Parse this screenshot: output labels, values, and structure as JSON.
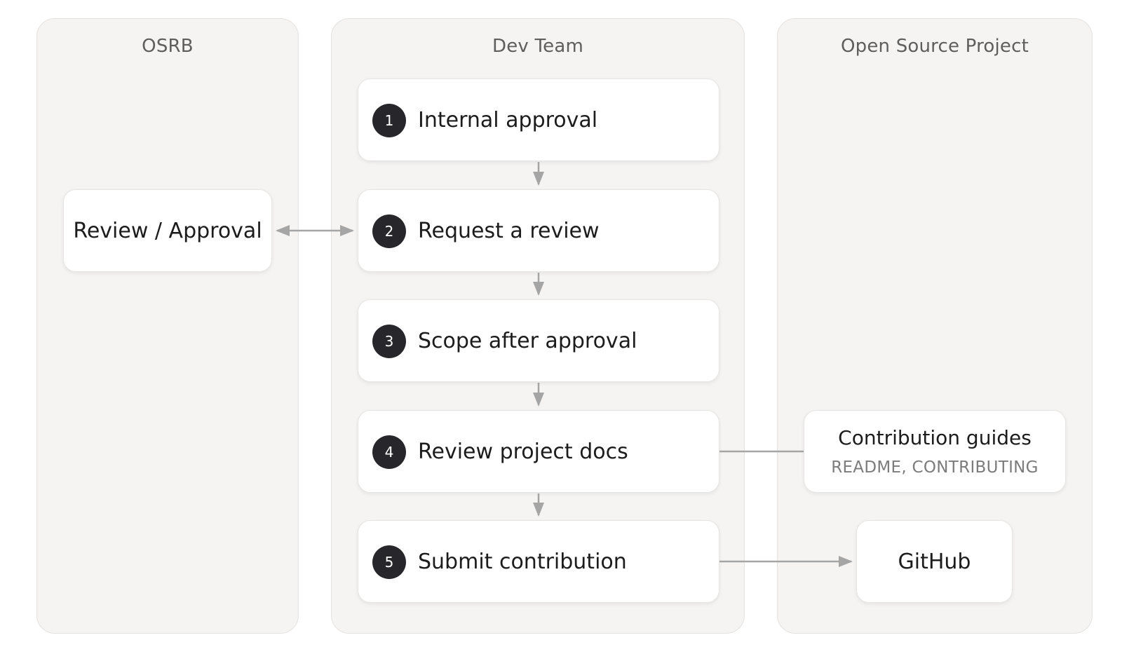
{
  "lanes": {
    "osrb": {
      "title": "OSRB"
    },
    "dev": {
      "title": "Dev Team"
    },
    "oss": {
      "title": "Open Source Project"
    }
  },
  "steps": [
    {
      "number": "1",
      "label": "Internal approval"
    },
    {
      "number": "2",
      "label": "Request a review"
    },
    {
      "number": "3",
      "label": "Scope after approval"
    },
    {
      "number": "4",
      "label": "Review project docs"
    },
    {
      "number": "5",
      "label": "Submit contribution"
    }
  ],
  "osrb_card": {
    "label": "Review / Approval"
  },
  "guides_card": {
    "title": "Contribution guides",
    "subtitle": "README, CONTRIBUTING"
  },
  "github_card": {
    "label": "GitHub"
  },
  "colors": {
    "lane_bg": "#f5f4f3",
    "card_bg": "#ffffff",
    "badge": "#27272b",
    "connector": "#a5a5a5"
  }
}
